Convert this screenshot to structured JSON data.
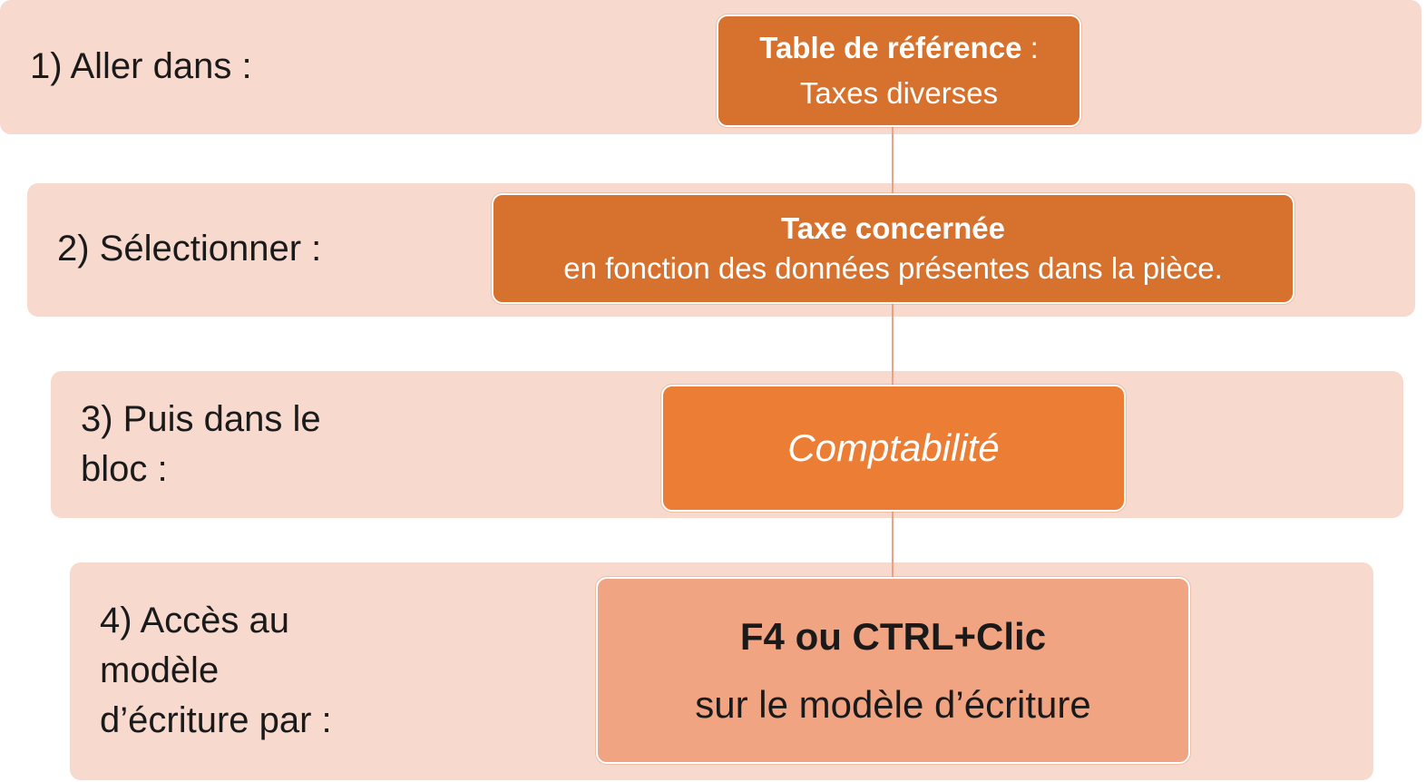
{
  "steps": [
    {
      "label": "1) Aller dans :",
      "box_title": "Table de référence",
      "box_title_suffix": " :",
      "box_text": "Taxes diverses"
    },
    {
      "label": "2) Sélectionner :",
      "box_title": "Taxe concernée",
      "box_text": "en fonction des données présentes dans la pièce."
    },
    {
      "label": "3) Puis dans le\nbloc :",
      "box_text": "Comptabilité"
    },
    {
      "label": "4) Accès au\nmodèle\nd’écriture par :",
      "box_title": "F4 ou CTRL+Clic",
      "box_text": "sur le modèle d’écriture"
    }
  ],
  "colors": {
    "band": "#f7d9ce",
    "box_dark": "#d6712e",
    "box_mid": "#eb7d34",
    "box_light": "#f0a482",
    "connector": "#e9a282"
  }
}
